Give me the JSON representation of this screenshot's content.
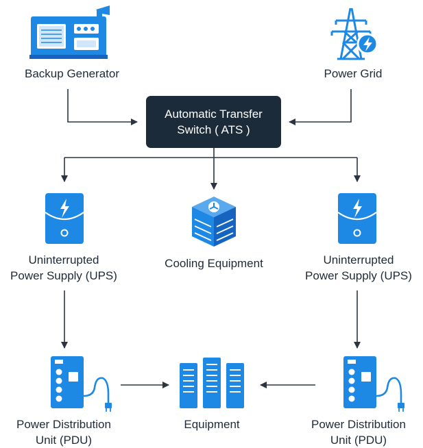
{
  "nodes": {
    "backup_generator": {
      "label": "Backup Generator",
      "icon": "generator-icon"
    },
    "power_grid": {
      "label": "Power Grid",
      "icon": "power-tower-icon"
    },
    "ats": {
      "line1": "Automatic Transfer",
      "line2": "Switch ( ATS )"
    },
    "ups_left": {
      "line1": "Uninterrupted",
      "line2": "Power Supply (UPS)",
      "icon": "ups-icon"
    },
    "cooling": {
      "label": "Cooling Equipment",
      "icon": "cooling-unit-icon"
    },
    "ups_right": {
      "line1": "Uninterrupted",
      "line2": "Power Supply (UPS)",
      "icon": "ups-icon"
    },
    "pdu_left": {
      "line1": "Power Distribution",
      "line2": "Unit (PDU)",
      "icon": "pdu-icon"
    },
    "equipment": {
      "label": "Equipment",
      "icon": "server-rack-icon"
    },
    "pdu_right": {
      "line1": "Power Distribution",
      "line2": "Unit (PDU)",
      "icon": "pdu-icon"
    }
  },
  "colors": {
    "icon_blue": "#1e88e5",
    "icon_light": "#cfe6fb",
    "connector": "#2b3440",
    "ats_fill": "#1c2b39",
    "ats_text": "#ffffff"
  }
}
